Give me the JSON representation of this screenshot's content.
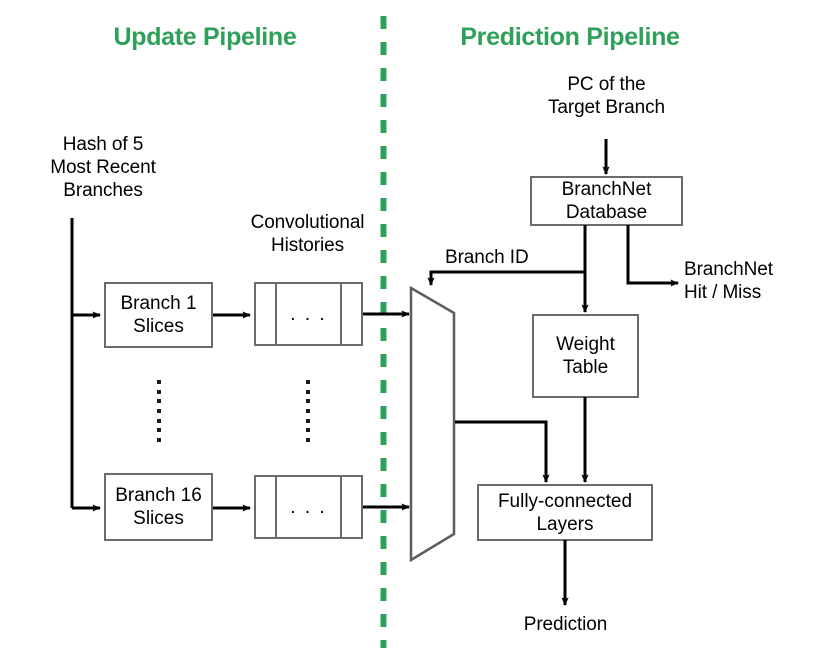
{
  "diagram": {
    "titles": {
      "left": "Update Pipeline",
      "right": "Prediction Pipeline"
    },
    "colors": {
      "accent_green": "#2ea05a",
      "stroke": "#000000",
      "box_stroke": "#6b6b6b",
      "background": "#ffffff"
    },
    "labels": {
      "hash_input": "Hash of 5\nMost Recent\nBranches",
      "conv_histories": "Convolutional\nHistories",
      "pc_input": "PC of the\nTarget Branch",
      "branch_id": "Branch ID",
      "hit_miss": "BranchNet\nHit / Miss",
      "prediction": "Prediction"
    },
    "boxes": {
      "branch1_slices": "Branch 1\nSlices",
      "branch16_slices": "Branch 16\nSlices",
      "branchnet_database": "BranchNet\nDatabase",
      "weight_table": "Weight\nTable",
      "fully_connected": "Fully-connected\nLayers"
    },
    "history_cells": {
      "ellipsis": ". . ."
    },
    "separator": {
      "name": "vertical-dashed-divider",
      "orientation": "vertical",
      "style": "dashed",
      "color": "#2ea05a"
    },
    "mux": {
      "name": "multiplexer",
      "shape": "trapezoid",
      "inputs": [
        "branch-1-convolutional-history",
        "branch-16-convolutional-history",
        "branch-id-select"
      ],
      "outputs": [
        "fully-connected-layers"
      ]
    }
  }
}
